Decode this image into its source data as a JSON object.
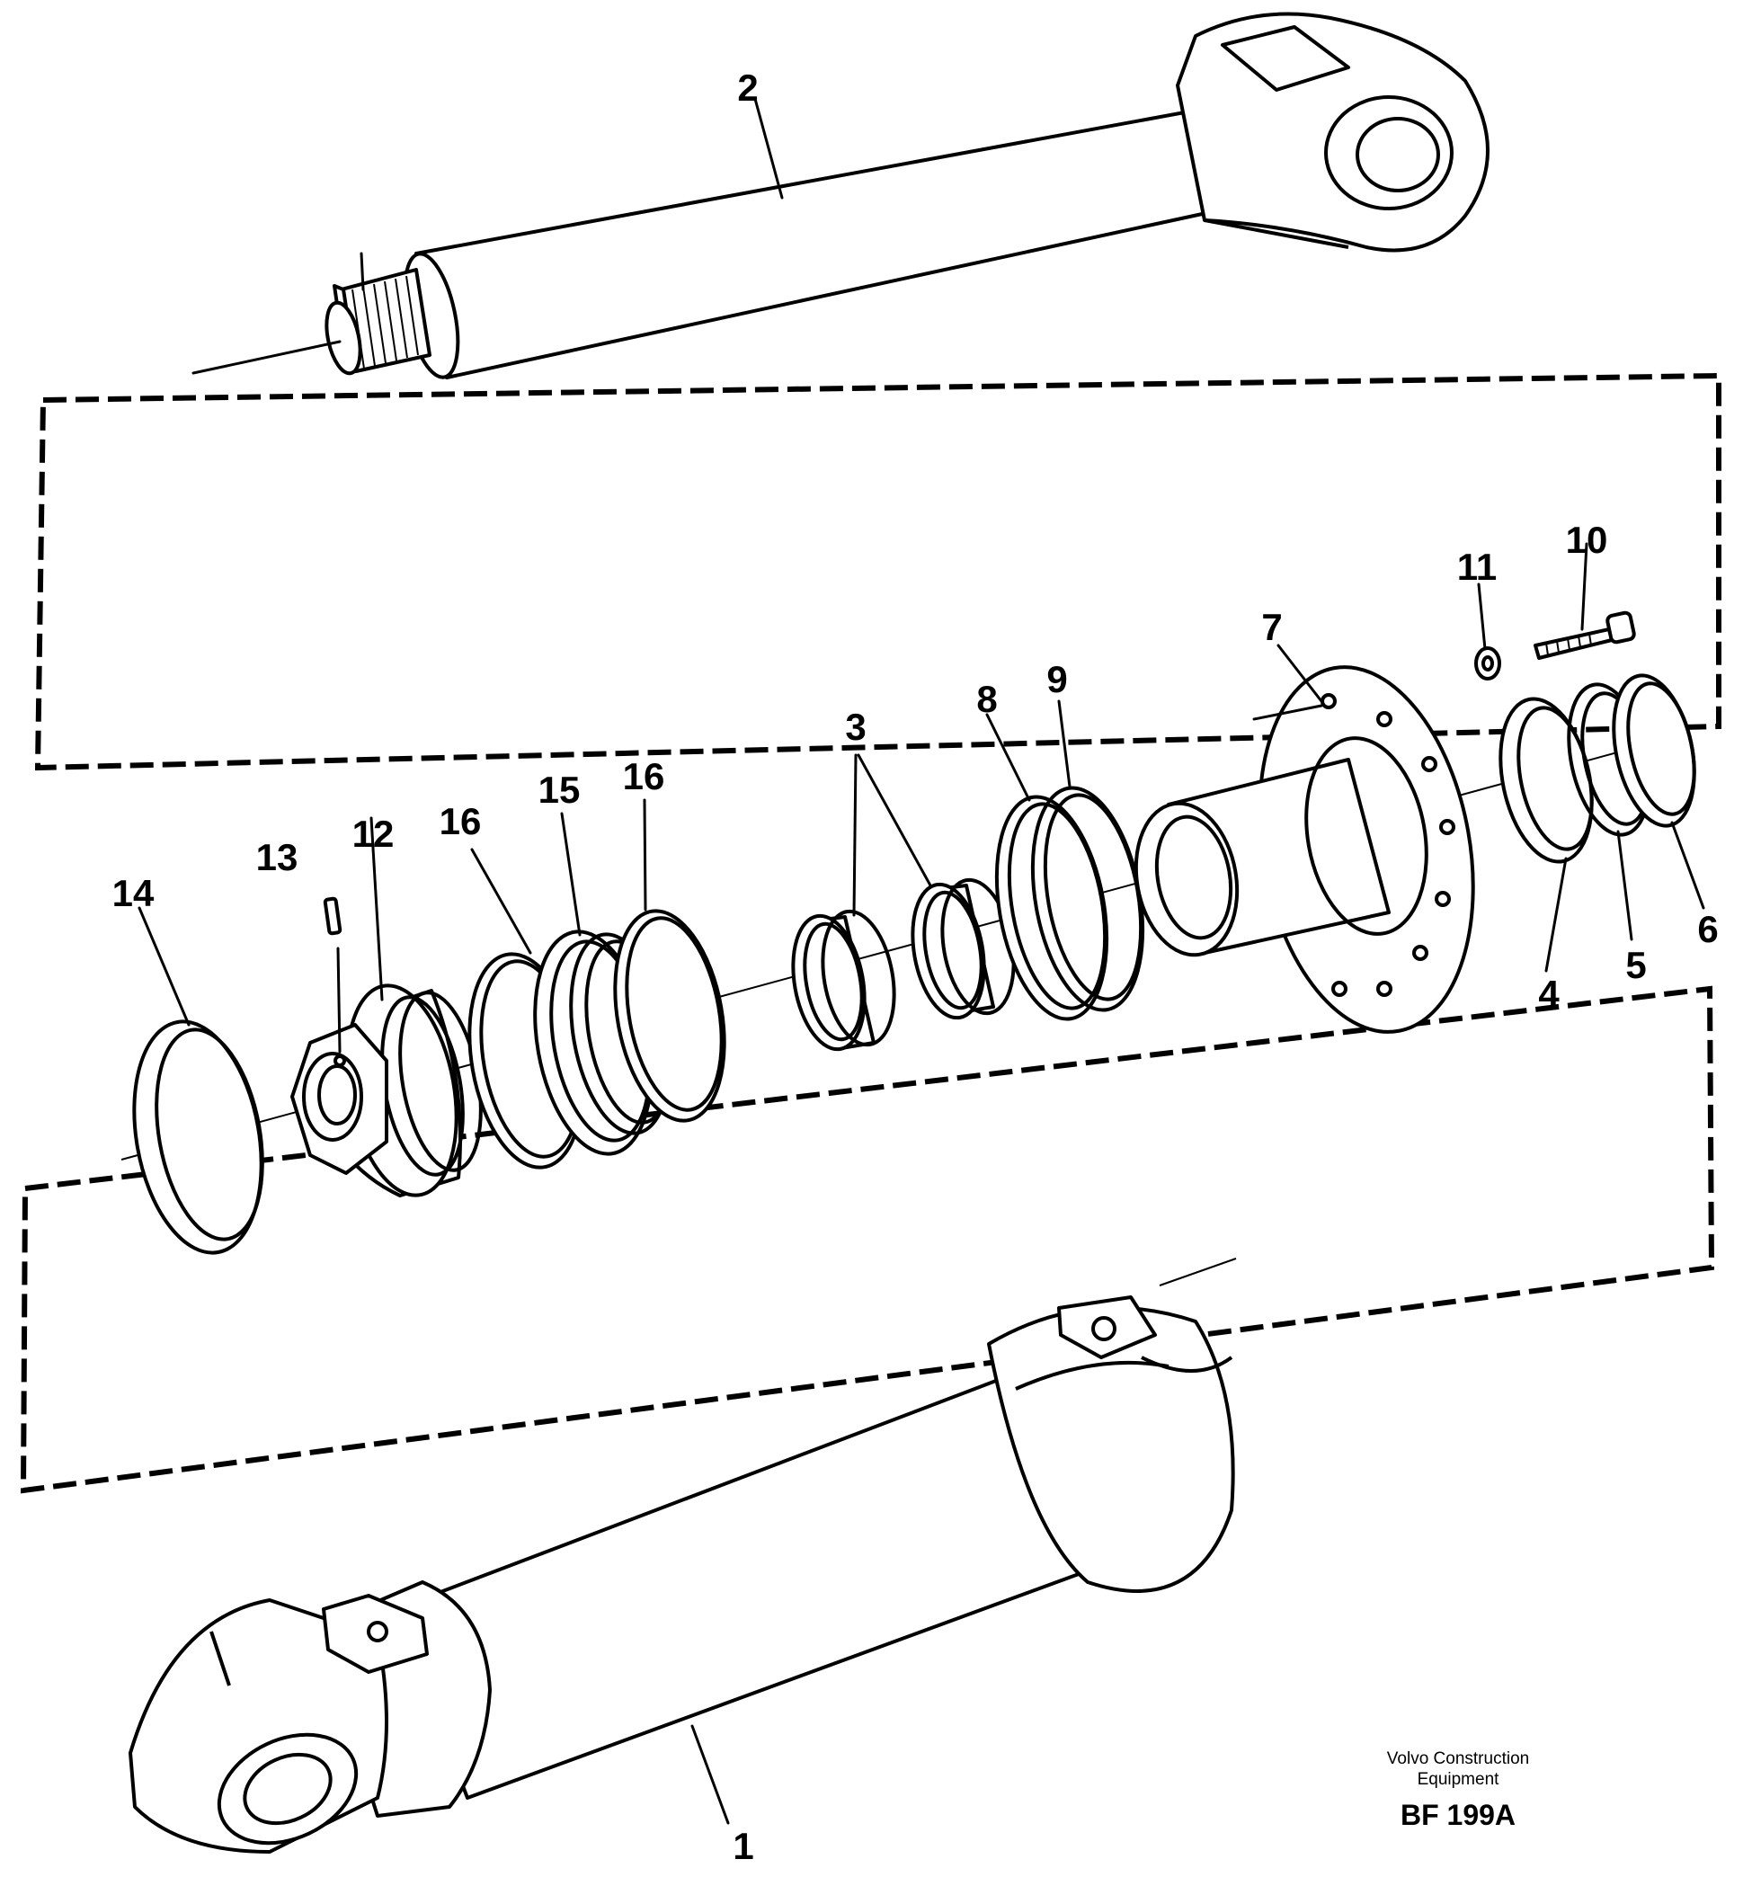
{
  "labels": {
    "1": "1",
    "2": "2",
    "3": "3",
    "4": "4",
    "5": "5",
    "6": "6",
    "7": "7",
    "8": "8",
    "9": "9",
    "10": "10",
    "11": "11",
    "12": "12",
    "13": "13",
    "14": "14",
    "15": "15",
    "16a": "16",
    "16b": "16"
  },
  "footer": {
    "company_line1": "Volvo Construction",
    "company_line2": "Equipment",
    "figure_code": "BF 199A"
  }
}
